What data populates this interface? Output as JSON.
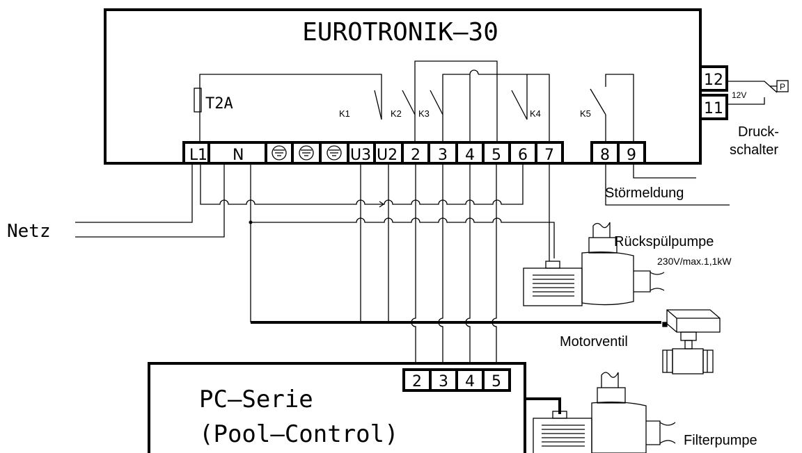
{
  "controller": {
    "title": "EUROTRONIK–30",
    "fuse": "T2A",
    "relays": [
      "K1",
      "K2",
      "K3",
      "K4",
      "K5"
    ],
    "terminals": [
      "L",
      "1",
      "N",
      "U3",
      "U2",
      "2",
      "3",
      "4",
      "5",
      "6",
      "7",
      "8",
      "9"
    ],
    "earth_symbol": "earth-icon"
  },
  "pressure_switch": {
    "terminals": [
      "12",
      "11"
    ],
    "voltage": "12V",
    "p_symbol": "P",
    "label": [
      "Druck-",
      "schalter"
    ]
  },
  "labels": {
    "netz": "Netz",
    "stoermeldung": "Störmeldung",
    "rueckspuelpumpe": "Rückspülpumpe",
    "rueckspuelpumpe_spec": "230V/max.1,1kW",
    "motorventil": "Motorventil",
    "filterpumpe": "Filterpumpe"
  },
  "pool_control": {
    "title": "PC—Serie",
    "subtitle": "(Pool—Control)",
    "terminals": [
      "2",
      "3",
      "4",
      "5"
    ]
  }
}
